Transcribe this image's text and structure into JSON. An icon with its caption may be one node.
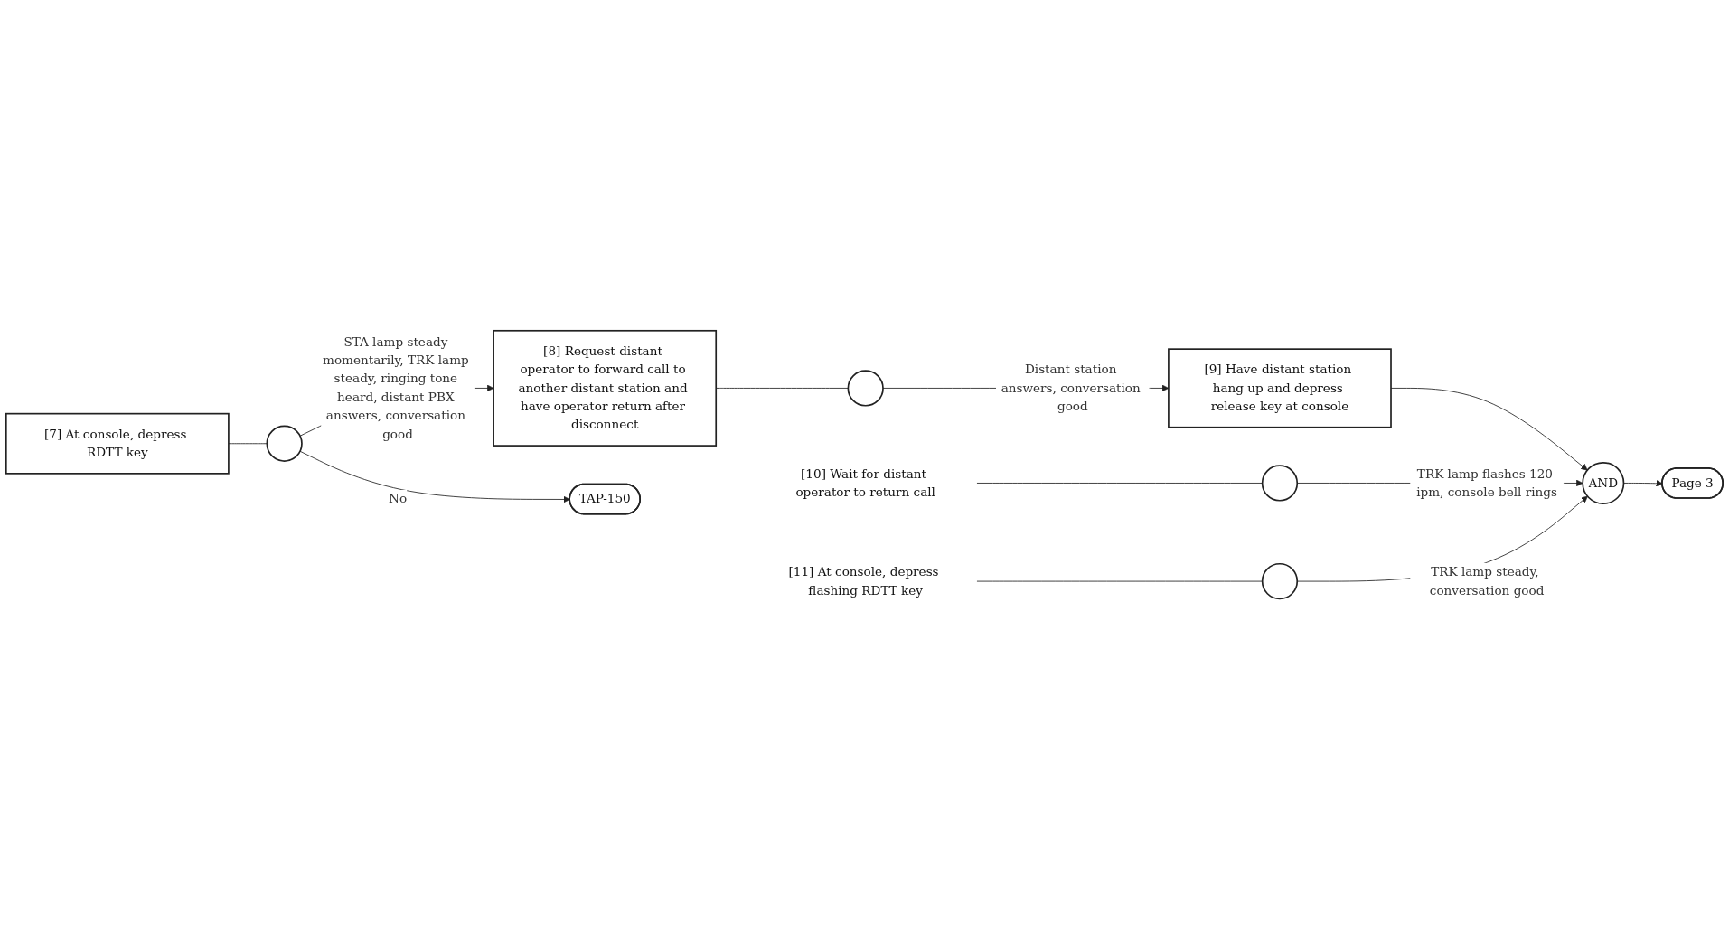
{
  "diagram": {
    "nodes": [
      {
        "text": [
          "[7] At console, depress RDTT key"
        ]
      },
      {
        "text": [],
        "shape": "circle"
      },
      {
        "text": [
          "[8] Request distant operator to forward call to another distant station and have operator return after disconnect"
        ]
      },
      {
        "text": [
          "TAP-150"
        ]
      },
      {
        "text": [],
        "shape": "circle"
      },
      {
        "text": [
          "[9] Have distant station hang up and depress release key at console"
        ]
      },
      {
        "text": [
          "[10] Wait for distant operator to return call"
        ]
      },
      {
        "text": [],
        "shape": "circle"
      },
      {
        "text": [
          "AND"
        ]
      },
      {
        "text": [
          "Page 3"
        ]
      },
      {
        "text": [
          "[11] At console, depress flashing RDTT key"
        ]
      },
      {
        "text": [],
        "shape": "circle"
      }
    ],
    "edges": [
      {
        "from": 0,
        "to": 1,
        "arrow": "none"
      },
      {
        "from": 1,
        "to": 2,
        "arrow": "to",
        "label": "STA lamp steady momentarily, TRK lamp steady, ringing tone heard, distant PBX answers, conversation good"
      },
      {
        "from": 1,
        "to": 3,
        "arrow": "to",
        "label": "No"
      },
      {
        "from": 2,
        "to": 4,
        "arrow": "none"
      },
      {
        "from": 4,
        "to": 5,
        "arrow": "to",
        "label": "Distant station answers, conversation good"
      },
      {
        "from": 5,
        "to": 8,
        "arrow": "to"
      },
      {
        "from": 6,
        "to": 7,
        "arrow": "none"
      },
      {
        "from": 7,
        "to": 8,
        "arrow": "to",
        "label": "TRK lamp flashes 120 ipm, console bell rings"
      },
      {
        "from": 8,
        "to": 9,
        "arrow": "to"
      },
      {
        "from": 10,
        "to": 11,
        "arrow": "none"
      },
      {
        "from": 11,
        "to": 8,
        "arrow": "to",
        "label": "TRK lamp steady, conversation good"
      }
    ]
  }
}
